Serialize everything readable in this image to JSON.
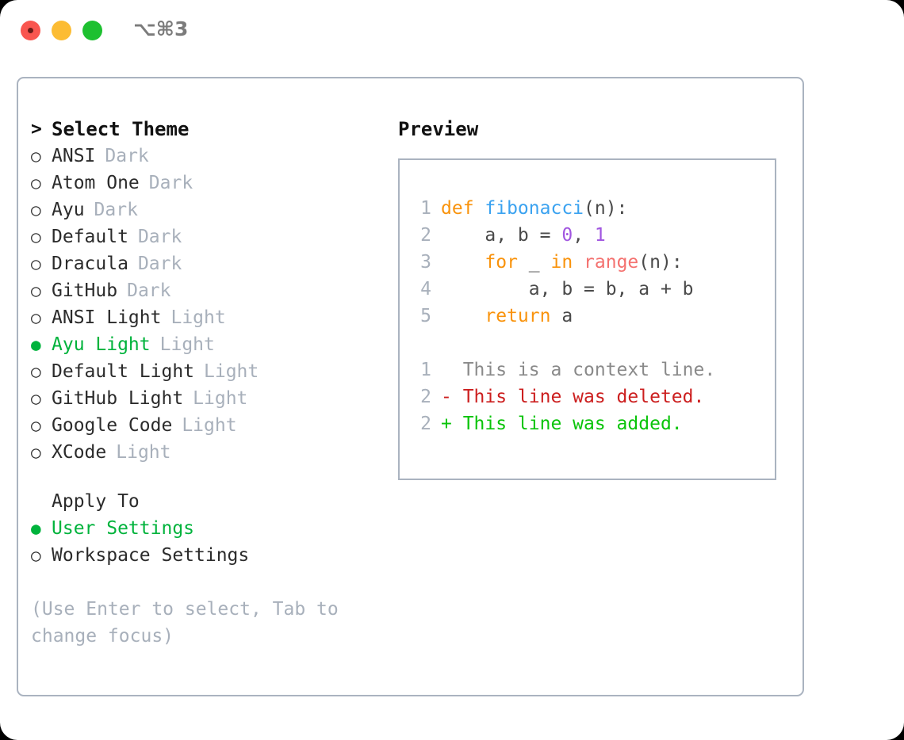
{
  "titlebar": {
    "dots": [
      {
        "name": "close-button",
        "color": "#f9564f"
      },
      {
        "name": "minimize-button",
        "color": "#fcbc33"
      },
      {
        "name": "maximize-button",
        "color": "#1dc030"
      }
    ],
    "shortcut": "⌥⌘3"
  },
  "colors": {
    "accent_green": "#00b33c",
    "muted": "#a8b0bb",
    "text": "#2b2b2b",
    "border": "#aab3c0",
    "diff_added": "#0ac40a",
    "diff_removed": "#cc1f1f"
  },
  "theme_picker": {
    "heading": "Select Theme",
    "heading_caret": ">",
    "radio_off": "○",
    "radio_on": "●",
    "items": [
      {
        "label": "ANSI",
        "tag": "Dark",
        "selected": false
      },
      {
        "label": "Atom One",
        "tag": "Dark",
        "selected": false
      },
      {
        "label": "Ayu",
        "tag": "Dark",
        "selected": false
      },
      {
        "label": "Default",
        "tag": "Dark",
        "selected": false
      },
      {
        "label": "Dracula",
        "tag": "Dark",
        "selected": false
      },
      {
        "label": "GitHub",
        "tag": "Dark",
        "selected": false
      },
      {
        "label": "ANSI Light",
        "tag": "Light",
        "selected": false
      },
      {
        "label": "Ayu Light",
        "tag": "Light",
        "selected": true
      },
      {
        "label": "Default Light",
        "tag": "Light",
        "selected": false
      },
      {
        "label": "GitHub Light",
        "tag": "Light",
        "selected": false
      },
      {
        "label": "Google Code",
        "tag": "Light",
        "selected": false
      },
      {
        "label": "XCode",
        "tag": "Light",
        "selected": false
      }
    ]
  },
  "apply_to": {
    "heading": "Apply To",
    "items": [
      {
        "label": "User Settings",
        "selected": true
      },
      {
        "label": "Workspace Settings",
        "selected": false
      }
    ]
  },
  "hint": "(Use Enter to select, Tab to change focus)",
  "preview": {
    "title": "Preview",
    "code_lines": [
      {
        "num": "1",
        "tokens": [
          {
            "t": "def ",
            "k": "kw"
          },
          {
            "t": "fibonacci",
            "k": "fn"
          },
          {
            "t": "(n):",
            "k": "pl"
          }
        ]
      },
      {
        "num": "2",
        "tokens": [
          {
            "t": "    a, b = ",
            "k": "pl"
          },
          {
            "t": "0",
            "k": "num"
          },
          {
            "t": ", ",
            "k": "pl"
          },
          {
            "t": "1",
            "k": "num"
          }
        ]
      },
      {
        "num": "3",
        "tokens": [
          {
            "t": "    ",
            "k": "pl"
          },
          {
            "t": "for",
            "k": "kw"
          },
          {
            "t": " _ ",
            "k": "pl"
          },
          {
            "t": "in",
            "k": "kw"
          },
          {
            "t": " ",
            "k": "pl"
          },
          {
            "t": "range",
            "k": "bi"
          },
          {
            "t": "(n):",
            "k": "pl"
          }
        ]
      },
      {
        "num": "4",
        "tokens": [
          {
            "t": "        a, b = b, a + b",
            "k": "pl"
          }
        ]
      },
      {
        "num": "5",
        "tokens": [
          {
            "t": "    ",
            "k": "pl"
          },
          {
            "t": "return",
            "k": "kw"
          },
          {
            "t": " a",
            "k": "pl"
          }
        ]
      }
    ],
    "diff_lines": [
      {
        "num": "1",
        "marker": " ",
        "text": "This is a context line.",
        "kind": "context"
      },
      {
        "num": "2",
        "marker": "-",
        "text": "This line was deleted.",
        "kind": "removed"
      },
      {
        "num": "2",
        "marker": "+",
        "text": "This line was added.",
        "kind": "added"
      }
    ]
  }
}
